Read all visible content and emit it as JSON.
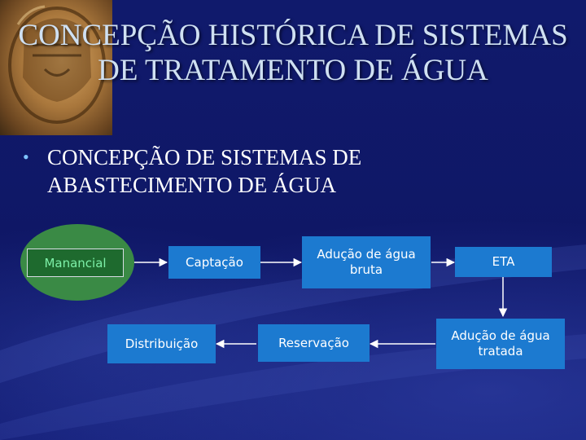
{
  "slide": {
    "title": "CONCEPÇÃO HISTÓRICA DE SISTEMAS DE TRATAMENTO DE ÁGUA",
    "bullet_icon": "bullet-dot",
    "bullet": "CONCEPÇÃO DE SISTEMAS DE ABASTECIMENTO DE ÁGUA"
  },
  "diagram": {
    "nodes": {
      "manancial": "Manancial",
      "captacao": "Captação",
      "aducao_bruta": "Adução de água bruta",
      "eta": "ETA",
      "aducao_tratada": "Adução de água tratada",
      "reservacao": "Reservação",
      "distribuicao": "Distribuição"
    },
    "flow": [
      [
        "Manancial",
        "Captação"
      ],
      [
        "Captação",
        "Adução de água bruta"
      ],
      [
        "Adução de água bruta",
        "ETA"
      ],
      [
        "ETA",
        "Adução de água tratada"
      ],
      [
        "Adução de água tratada",
        "Reservação"
      ],
      [
        "Reservação",
        "Distribuição"
      ]
    ]
  },
  "colors": {
    "background": "#0f1766",
    "box": "#1c7ad0",
    "manancial_ellipse": "#3a8a45",
    "title_text": "#cfe0f2"
  }
}
